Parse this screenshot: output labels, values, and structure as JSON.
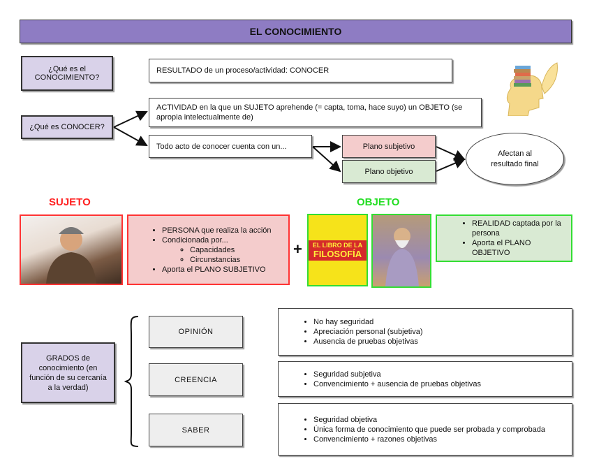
{
  "title": "EL CONOCIMIENTO",
  "q1": "¿Qué es el CONOCIMIENTO?",
  "a1": "RESULTADO de un proceso/actividad: CONOCER",
  "q2": "¿Qué es CONOCER?",
  "a2": "ACTIVIDAD en la que un SUJETO aprehende (= capta, toma, hace suyo) un OBJETO (se apropia intelectualmente de)",
  "a3": "Todo acto de conocer cuenta con un...",
  "plano_subjetivo": "Plano subjetivo",
  "plano_objetivo": "Plano objetivo",
  "afectan": "Afectan al resultado final",
  "sujeto": {
    "label": "SUJETO",
    "items": [
      "PERSONA que realiza la acción",
      "Condicionada por...",
      "Aporta el PLANO SUBJETIVO"
    ],
    "subitems": [
      "Capacidades",
      "Circunstancias"
    ]
  },
  "plus": "+",
  "objeto": {
    "label": "OBJETO",
    "items": [
      "REALIDAD captada por la persona",
      "Aporta el PLANO OBJETIVO"
    ],
    "book_cover_text": "EL LIBRO DE LA FILOSOFÍA"
  },
  "grados": "GRADOS de conocimiento (en función de su cercanía a la verdad)",
  "levels": [
    {
      "name": "OPINIÓN",
      "items": [
        "No hay seguridad",
        "Apreciación personal (subjetiva)",
        "Ausencia de pruebas objetivas"
      ]
    },
    {
      "name": "CREENCIA",
      "items": [
        "Seguridad subjetiva",
        "Convencimiento + ausencia de pruebas objetivas"
      ]
    },
    {
      "name": "SABER",
      "items": [
        "Seguridad objetiva",
        "Única forma de conocimiento que puede ser probada y comprobada",
        "Convencimiento + razones objetivas"
      ]
    }
  ],
  "colors": {
    "title": "#8e7cc3",
    "question": "#d9d2e9",
    "subjetivo": "#f4cccc",
    "objetivo": "#d9ead3",
    "sujeto": "#ff3333",
    "objeto": "#33dd33"
  }
}
